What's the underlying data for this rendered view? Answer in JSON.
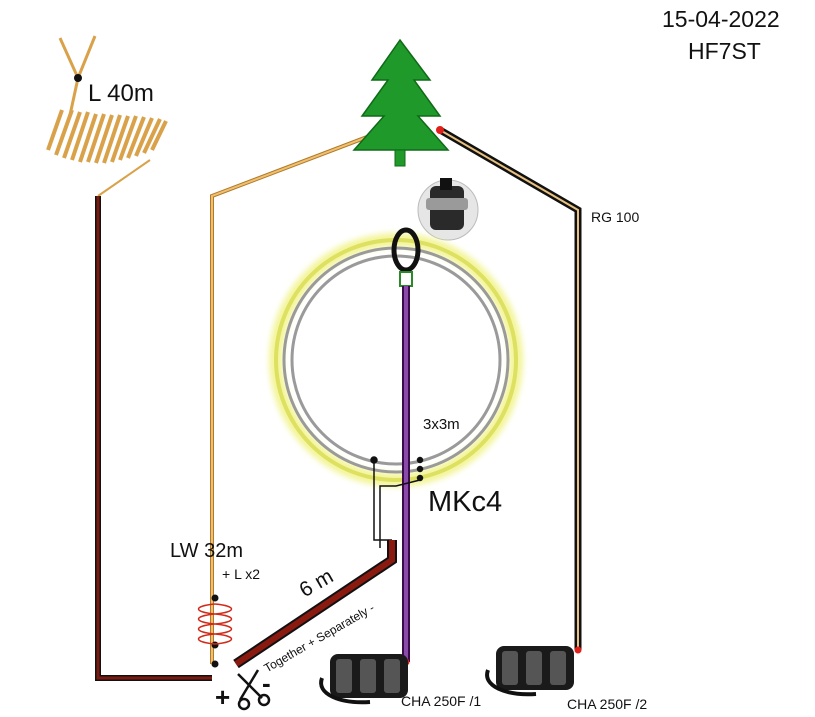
{
  "labels": {
    "date": "15-04-2022",
    "callsign": "HF7ST",
    "wire_40m": "L 40m",
    "coax": "RG 100",
    "loop_size": "3x3m",
    "loop_name": "MKc4",
    "longwire": "LW 32m",
    "loading": "+ L x2",
    "counterpoise": "6 m",
    "mode_note": "Together + Separately -",
    "choke1": "CHA 250F /1",
    "choke2": "CHA 250F /2",
    "plus_sign": "+",
    "minus_sign": "-"
  },
  "colors": {
    "wire_orange": "#d9a24a",
    "wire_red": "#7a1a10",
    "coax_black": "#111111",
    "loop_gray": "#9a9a9a",
    "loop_glow": "#e8ea6a",
    "feed_purple": "#6a2a8a",
    "tree_green": "#1f9a2a",
    "node_red": "#e0201a"
  },
  "icons": {
    "tree": "tree-icon",
    "scissors": "scissors-icon",
    "ferrite": "ferrite-core-icon",
    "choke": "choke-icon",
    "coil": "coil-icon"
  }
}
